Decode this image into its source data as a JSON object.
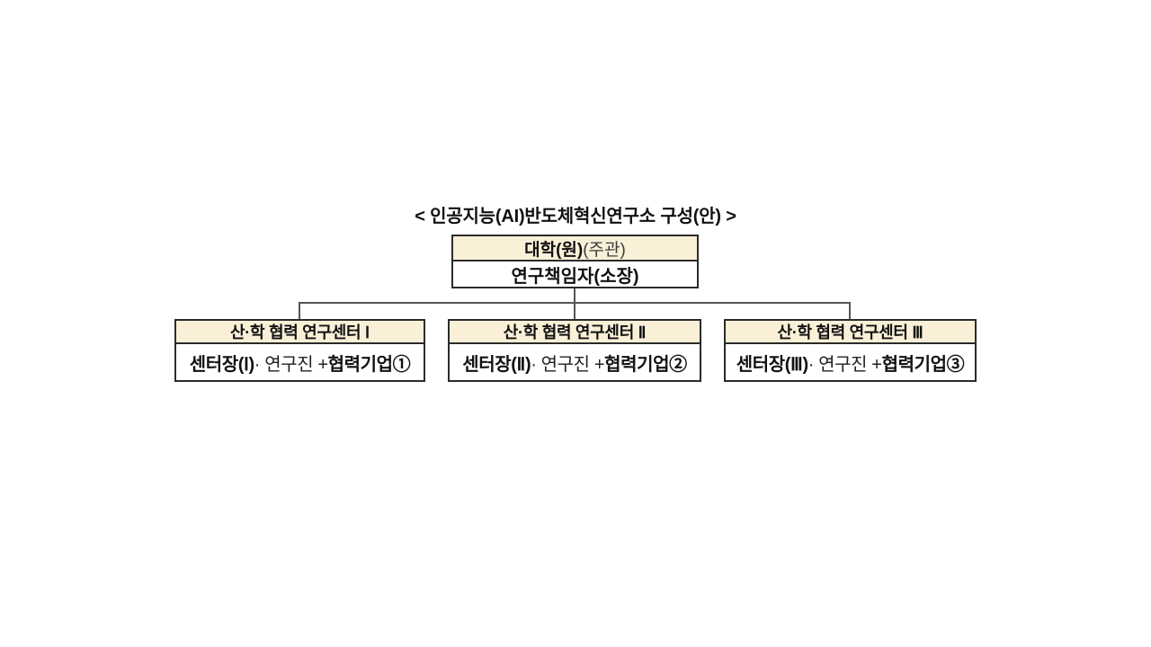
{
  "title": "< 인공지능(AI)반도체혁신연구소 구성(안) >",
  "root_box": {
    "name_bold": "대학(원)",
    "name_note": "(주관)",
    "director": "연구책임자(소장)"
  },
  "centers": [
    {
      "header": "산·학 협력 연구센터 Ⅰ",
      "lead": "센터장(Ⅰ)",
      "mid": " · 연구진 + ",
      "partner": "협력기업①"
    },
    {
      "header": "산·학 협력 연구센터 Ⅱ",
      "lead": "센터장(Ⅱ)",
      "mid": " · 연구진 + ",
      "partner": "협력기업②"
    },
    {
      "header": "산·학 협력 연구센터 Ⅲ",
      "lead": "센터장(Ⅲ)",
      "mid": " · 연구진 + ",
      "partner": "협력기업③"
    }
  ],
  "colors": {
    "header_bg": "#FAF0D8",
    "box_border": "#2B2B2B",
    "connector_line": "#555555",
    "text": "#111111",
    "muted_text": "#3A3A3A",
    "background": "#FFFFFF"
  }
}
